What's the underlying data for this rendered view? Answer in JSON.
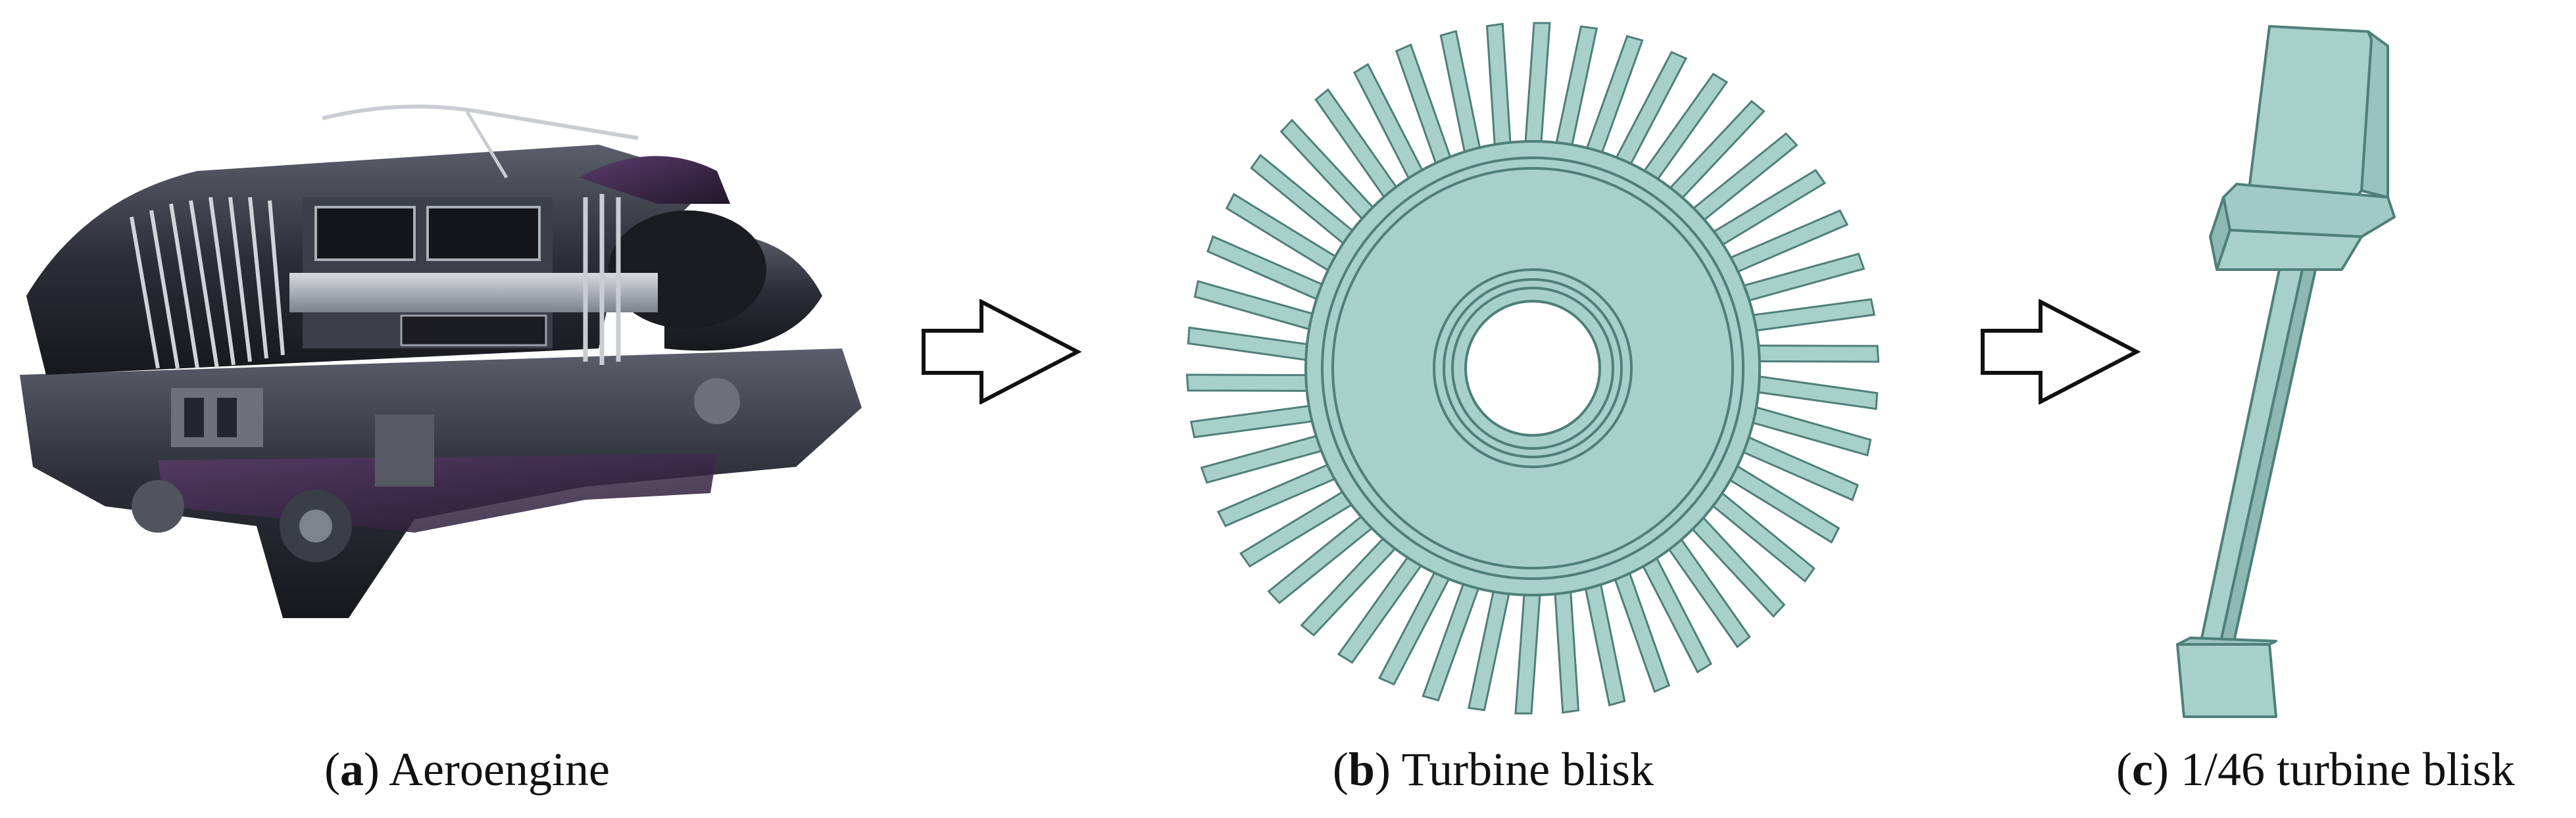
{
  "panels": [
    {
      "letter": "a",
      "label": "Aeroengine"
    },
    {
      "letter": "b",
      "label": "Turbine blisk"
    },
    {
      "letter": "c",
      "label": "1/46 turbine blisk"
    }
  ],
  "colors": {
    "blisk_fill": "#a8d0cb",
    "blisk_stroke": "#4f7f79",
    "engine_dark": "#23262f",
    "engine_purple": "#3f2a4d",
    "engine_metal": "#9aa1aa",
    "arrow_stroke": "#111111"
  },
  "icons": [
    "aeroengine-cutaway-icon",
    "turbine-blisk-icon",
    "blade-sector-icon",
    "right-arrow-icon"
  ],
  "blisk": {
    "blade_count": 46
  }
}
